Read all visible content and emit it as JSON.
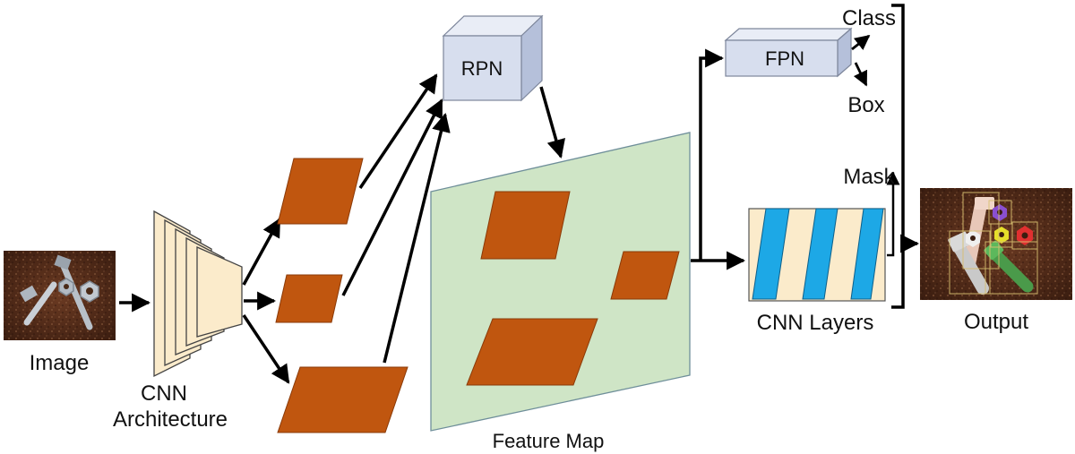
{
  "labels": {
    "image": "Image",
    "cnn_architecture_line1": "CNN",
    "cnn_architecture_line2": "Architecture",
    "rpn": "RPN",
    "feature_map": "Feature Map",
    "fpn": "FPN",
    "class": "Class",
    "box": "Box",
    "mask": "Mask",
    "cnn_layers": "CNN Layers",
    "output": "Output"
  },
  "colors": {
    "region": "#C0560F",
    "region_stroke": "#8A3A08",
    "feature_map": "#CFE5C6",
    "cnn_block": "#FBEBCB",
    "box3d_front": "#D7DEEE",
    "box3d_side": "#B5C0DA",
    "box3d_top": "#E9EDF6",
    "mask_blue": "#1DA8E6",
    "arrow": "#000000"
  }
}
